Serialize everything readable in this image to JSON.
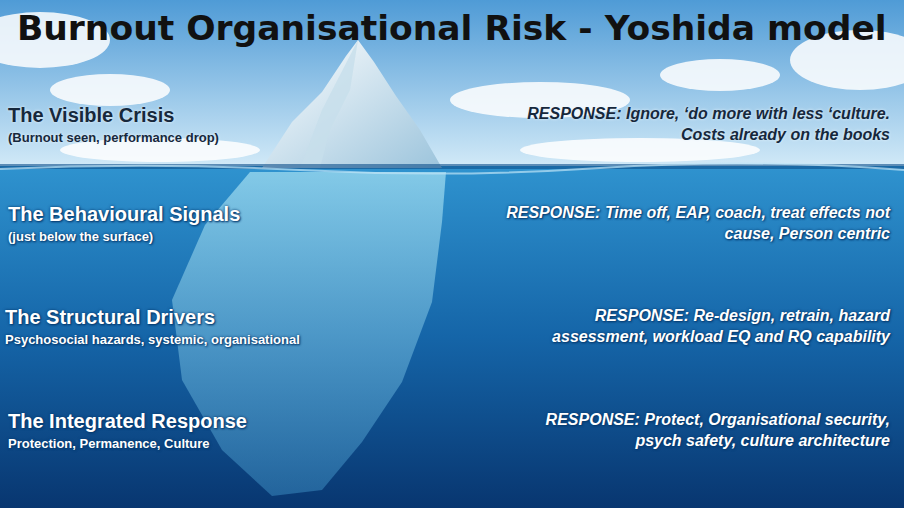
{
  "diagram": {
    "title": "Burnout Organisational Risk - Yoshida model",
    "labels": [
      "The Visible Crisis",
      "(Burnout seen, performance drop)",
      "RESPONSE: Ignore, ‘do more with less ‘culture. Costs already on the books",
      "The Behavioural Signals",
      "(just below the surface)",
      "RESPONSE: Time off, EAP, coach, treat effects not cause, Person centric",
      "The Structural Drivers",
      "Psychosocial hazards, systemic, organisational",
      "RESPONSE: Re-design, retrain, hazard assessment, workload EQ and RQ capability",
      "The Integrated Response",
      "Protection, Permanence, Culture",
      "RESPONSE: Protect, Organisational security, psych safety, culture architecture"
    ]
  }
}
